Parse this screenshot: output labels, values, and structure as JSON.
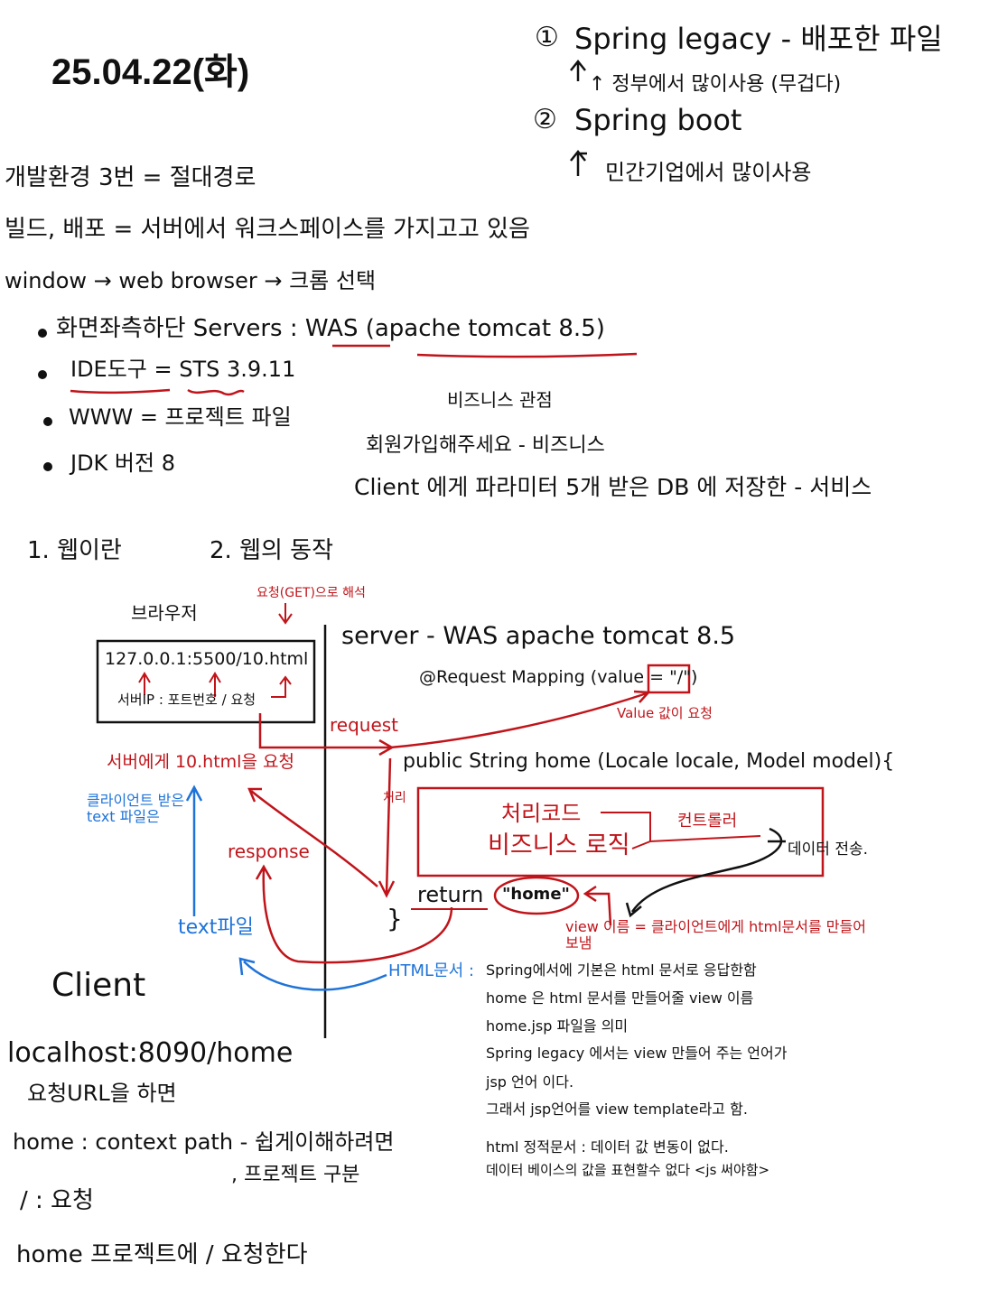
{
  "title": "25.04.22(화)",
  "top_notes": {
    "item1_num": "①",
    "item1_text": "Spring legacy - 배포한 파일",
    "item1_sub": "↑ 정부에서 많이사용 (무겁다)",
    "item2_num": "②",
    "item2_text": "Spring boot",
    "item2_sub": "민간기업에서 많이사용"
  },
  "env_notes": {
    "line1": "개발환경 3번 = 절대경로",
    "line2": "빌드, 배포 = 서버에서 워크스페이스를 가지고고 있음",
    "line3": "window → web browser → 크롬 선택",
    "bullets": [
      "화면좌측하단 Servers : WAS (apache tomcat 8.5)",
      "IDE도구 = STS 3.9.11",
      "WWW = 프로젝트 파일",
      "JDK 버전 8"
    ]
  },
  "business_notes": {
    "line1": "비즈니스 관점",
    "line2": "회원가입해주세요 - 비즈니스",
    "line3": "Client 에게 파라미터 5개 받은 DB 에 저장한 - 서비스"
  },
  "sections": {
    "s1": "1. 웹이란",
    "s2": "2. 웹의 동작"
  },
  "diagram": {
    "browser_label": "브라우저",
    "browser_note": "요청(GET)으로 해석",
    "url": "127.0.0.1:5500/10.html",
    "url_parts": "서버IP : 포트번호 / 요청",
    "request": "request",
    "request_to_server": "서버에게 10.html을 요청",
    "client_text_note": "클라이언트 받은 text 파일은",
    "response": "response",
    "text_file": "text파일",
    "client": "Client",
    "server_title": "server - WAS apache tomcat 8.5",
    "request_mapping": "@Request Mapping (value = \"/\")",
    "value_note": "Value 값이 요청",
    "method_sig": "public String home (Locale locale, Model model){",
    "processing": "처리",
    "code_line1": "처리코드",
    "code_line2": "비즈니스 로직",
    "controller": "컨트롤러",
    "data_transfer": "데이터 전송.",
    "return_kw": "return",
    "return_val": "\"home\"",
    "close_brace": "}",
    "view_name_note": "view 이름 = 클라이언트에게 html문서를 만들어 보냄",
    "html_doc_label": "HTML문서 :",
    "html_doc_lines": [
      "Spring에서에 기본은 html 문서로 응답한함",
      "home 은 html 문서를 만들어줄 view 이름",
      "home.jsp 파일을 의미",
      "Spring legacy 에서는 view 만들어 주는 언어가",
      "jsp 언어 이다.",
      "그래서 jsp언어를 view template라고 함.",
      "html 정적문서 : 데이터 값 변동이 없다.",
      "데이터 베이스의 값을 표현할수 없다 <js 써야함>"
    ]
  },
  "bottom_notes": {
    "line1": "localhost:8090/home",
    "line2": "요청URL을 하면",
    "line3": "home : context path - 쉽게이해하려면",
    "line4": ", 프로젝트 구분",
    "line5": "/ : 요청",
    "line6": "home 프로젝트에 / 요청한다"
  },
  "colors": {
    "ink": "#111111",
    "red": "#c0141a",
    "blue": "#1e73d8"
  }
}
